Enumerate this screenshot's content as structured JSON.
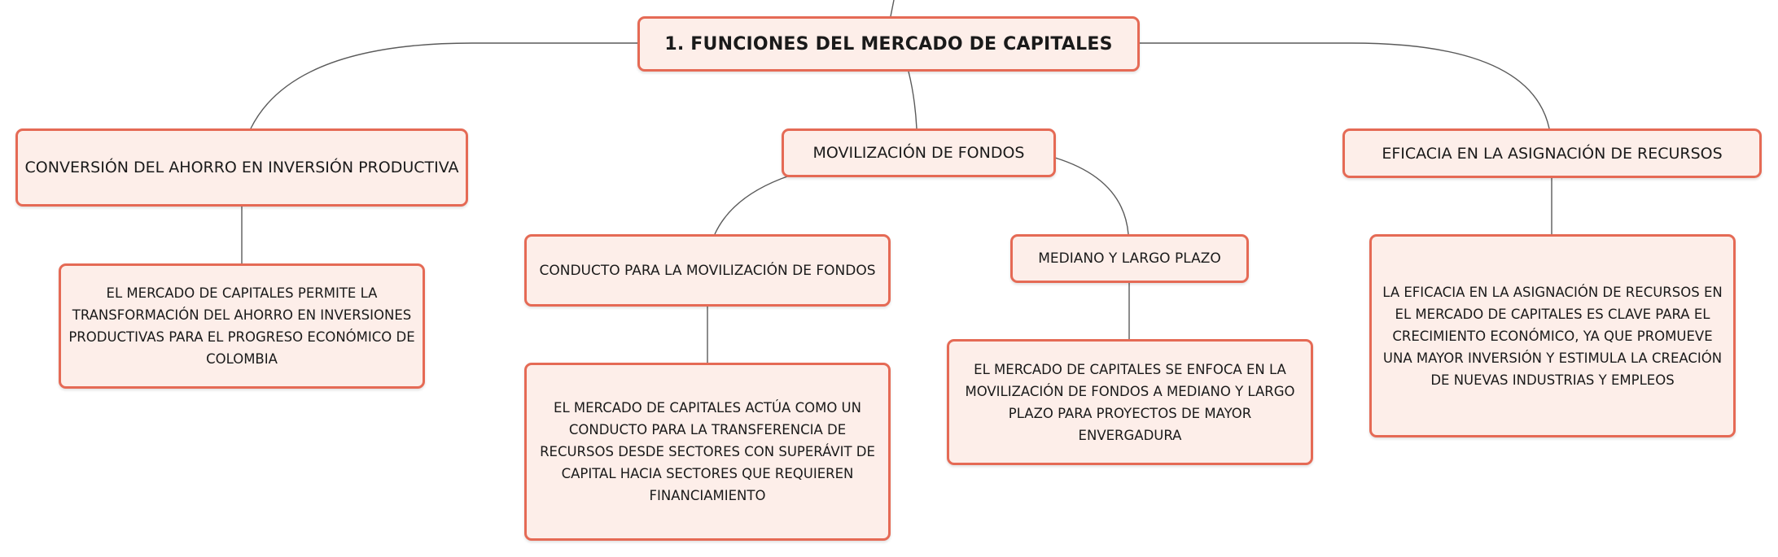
{
  "root": {
    "label": "1. FUNCIONES DEL MERCADO DE CAPITALES"
  },
  "branches": [
    {
      "label": "CONVERSIÓN DEL AHORRO EN INVERSIÓN PRODUCTIVA",
      "detail": "EL MERCADO DE CAPITALES PERMITE LA TRANSFORMACIÓN DEL AHORRO EN INVERSIONES PRODUCTIVAS PARA EL PROGRESO ECONÓMICO DE COLOMBIA"
    },
    {
      "label": "MOVILIZACIÓN DE FONDOS",
      "children": [
        {
          "label": "CONDUCTO PARA LA MOVILIZACIÓN DE FONDOS",
          "detail": "EL MERCADO DE CAPITALES ACTÚA COMO UN CONDUCTO PARA LA TRANSFERENCIA DE RECURSOS DESDE SECTORES CON SUPERÁVIT DE CAPITAL HACIA SECTORES QUE REQUIEREN FINANCIAMIENTO"
        },
        {
          "label": "MEDIANO Y LARGO PLAZO",
          "detail": "EL MERCADO DE CAPITALES SE ENFOCA EN LA MOVILIZACIÓN DE FONDOS A MEDIANO Y LARGO PLAZO PARA PROYECTOS DE MAYOR ENVERGADURA"
        }
      ]
    },
    {
      "label": "EFICACIA EN LA ASIGNACIÓN DE RECURSOS",
      "detail": "LA EFICACIA EN LA ASIGNACIÓN DE RECURSOS EN EL MERCADO DE CAPITALES ES CLAVE PARA EL CRECIMIENTO ECONÓMICO, YA QUE PROMUEVE UNA MAYOR INVERSIÓN Y ESTIMULA LA CREACIÓN DE NUEVAS INDUSTRIAS Y EMPLEOS"
    }
  ],
  "colors": {
    "node_fill": "#fdeee9",
    "node_border": "#e56a55",
    "connector": "#5a5a5a"
  }
}
